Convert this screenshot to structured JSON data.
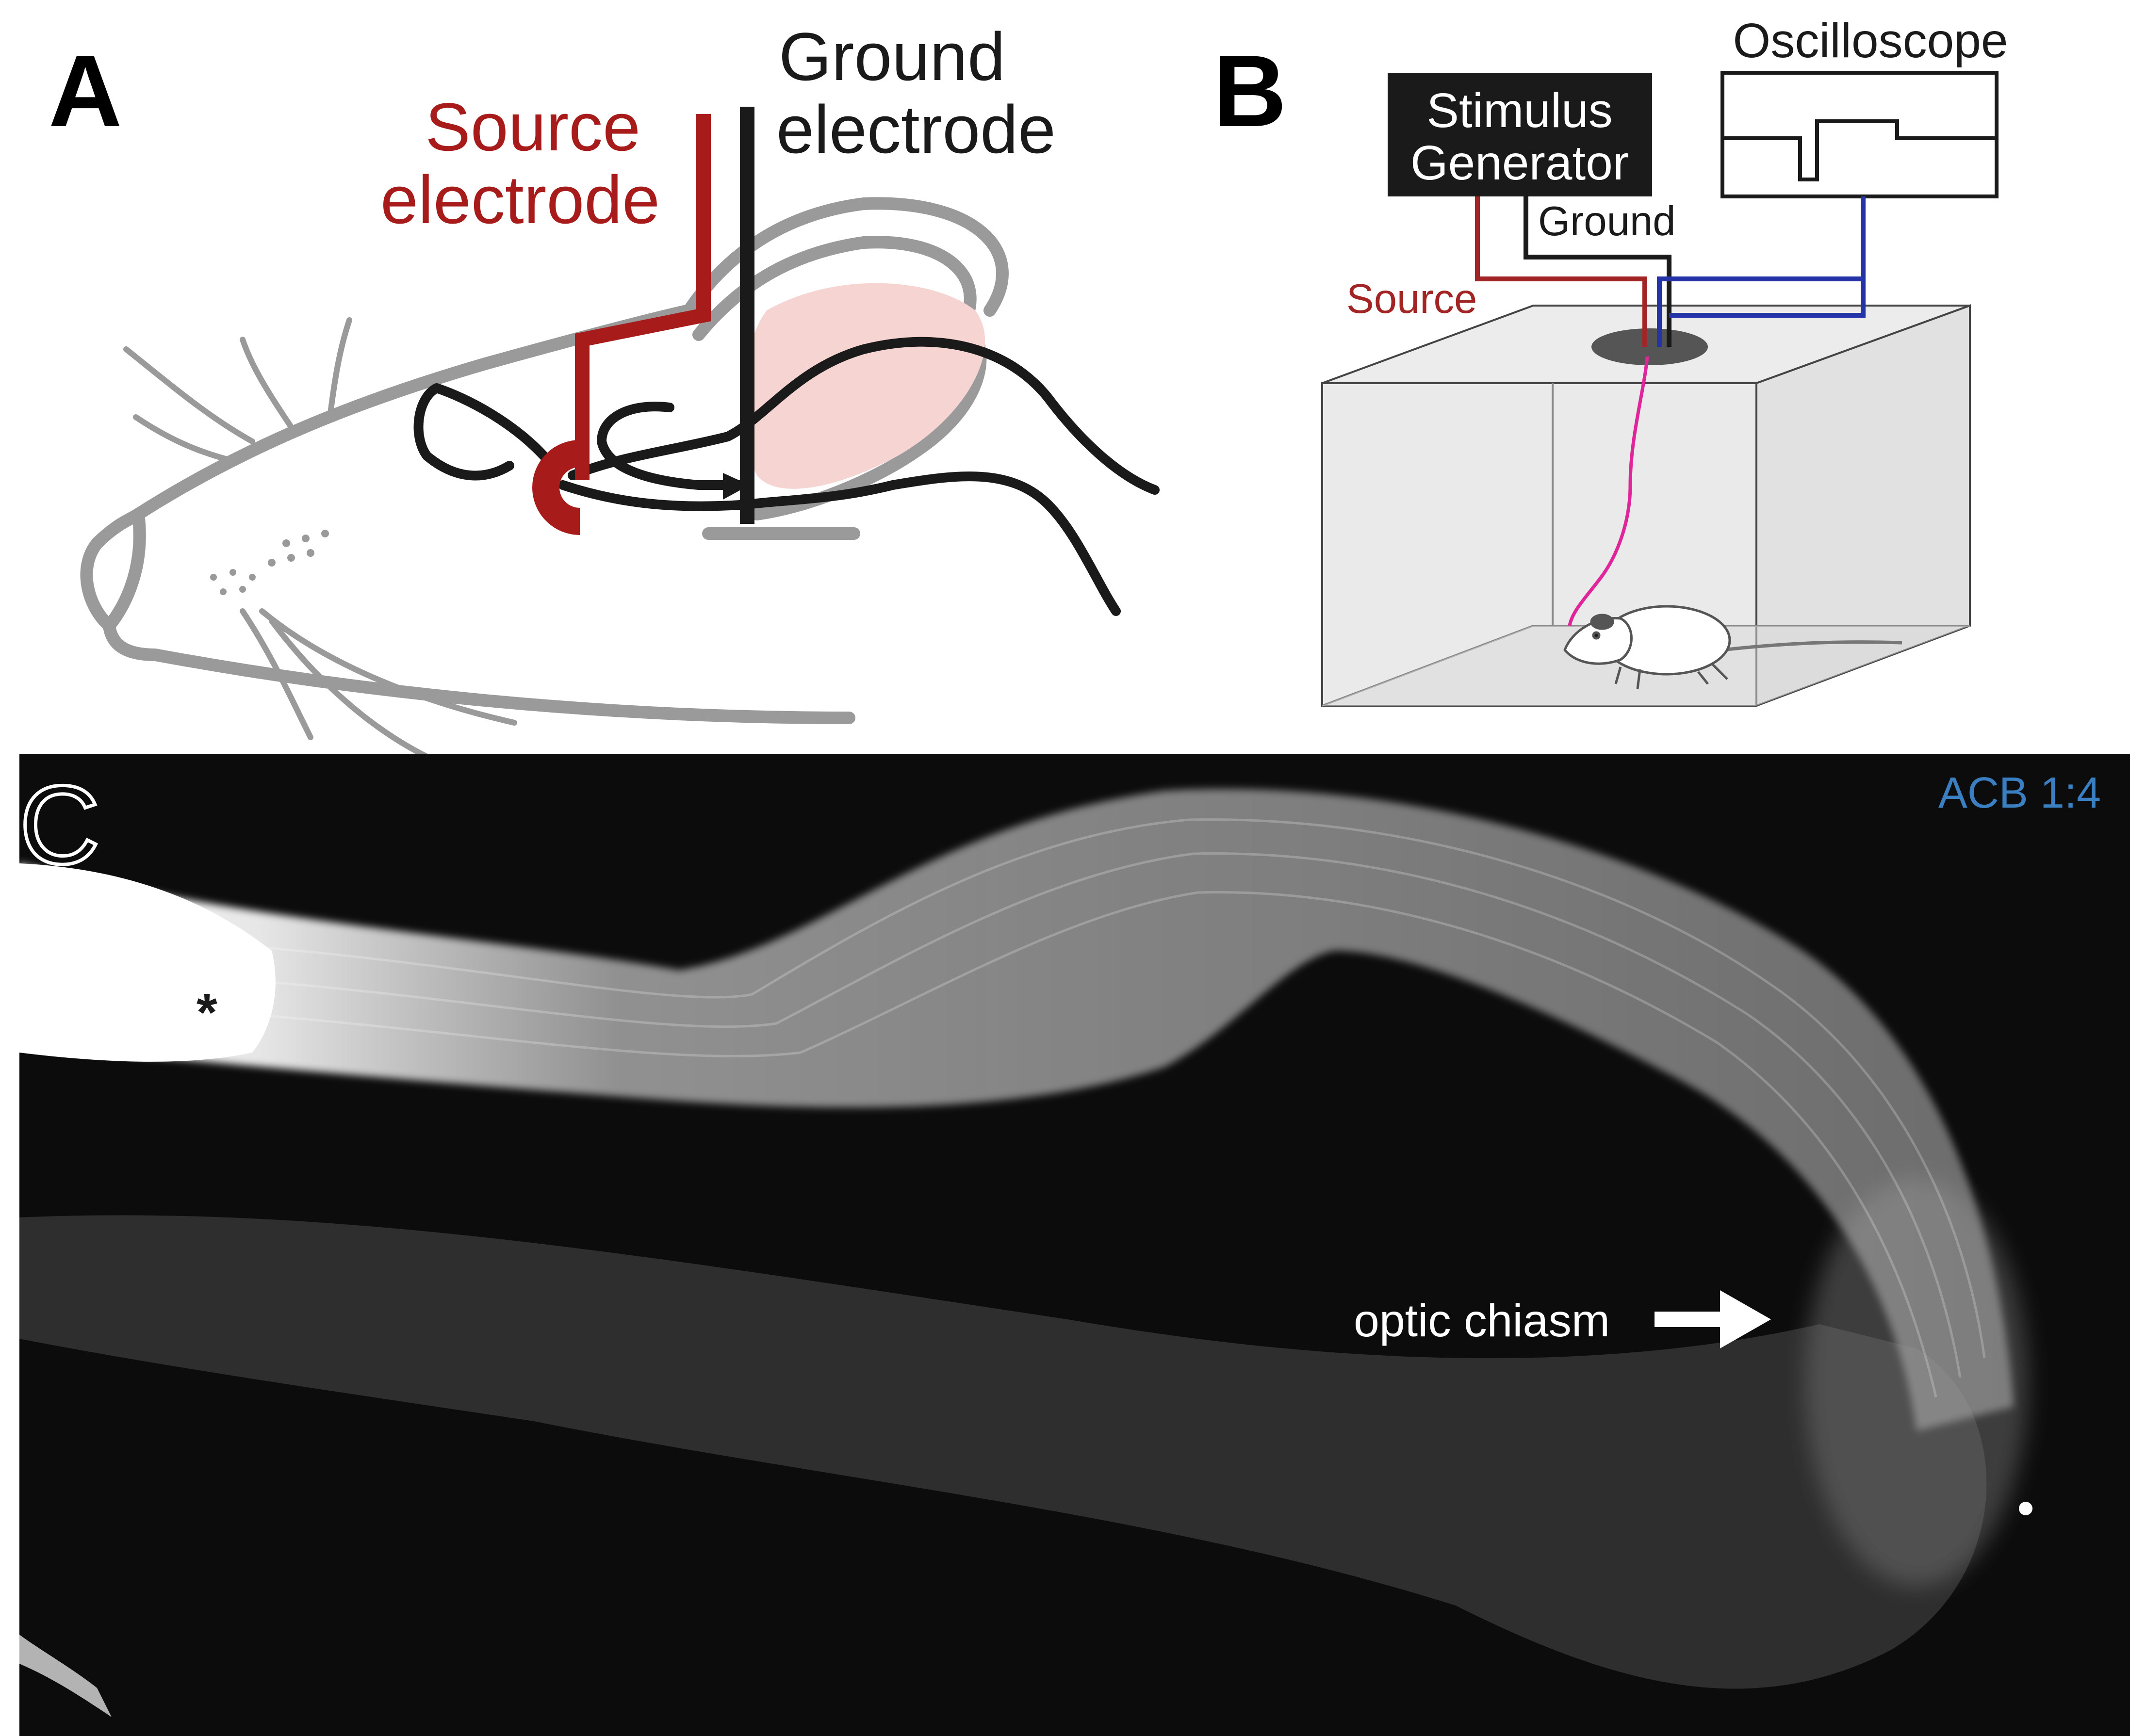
{
  "panel_a": {
    "label": "A",
    "source_label_line1": "Source",
    "source_label_line2": "electrode",
    "ground_label_line1": "Ground",
    "ground_label_line2": "electrode",
    "colors": {
      "source": "#a81b1b",
      "ground": "#1a1a1a",
      "outline": "#9a9a9a",
      "brain_region": "#f5d4d2"
    }
  },
  "panel_b": {
    "label": "B",
    "stim_line1": "Stimulus",
    "stim_line2": "Generator",
    "oscilloscope": "Oscilloscope",
    "ground": "Ground",
    "source": "Source",
    "colors": {
      "source": "#a32424",
      "recording": "#2433a8",
      "fiber": "#e0259a",
      "box": "#e6e6e6"
    }
  },
  "panel_c": {
    "label": "C",
    "annotation": "ACB 1:4",
    "asterisk": "*",
    "arrow_label": "optic chiasm",
    "colors": {
      "annotation": "#3a7fc1",
      "background": "#0c0c0c"
    }
  }
}
